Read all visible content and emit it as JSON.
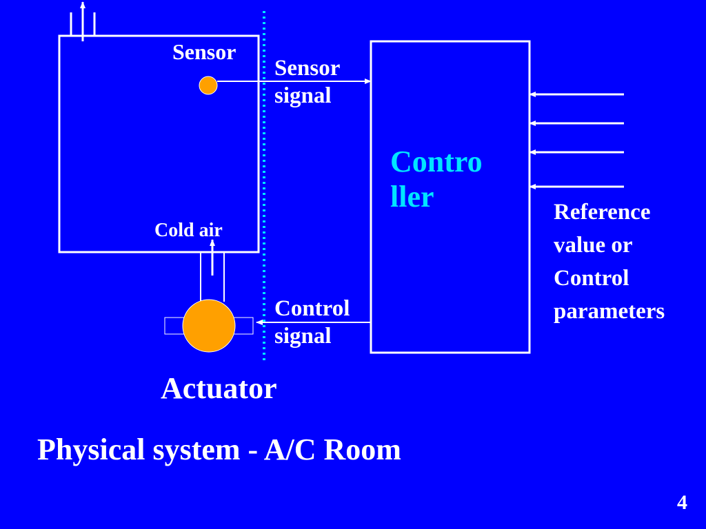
{
  "diagram": {
    "sensor_label": "Sensor",
    "sensor_signal": [
      "Sensor",
      "signal"
    ],
    "controller_label": [
      "Contro",
      "ller"
    ],
    "reference": [
      "Reference",
      "value or",
      "Control",
      "parameters"
    ],
    "cold_air_label": "Cold air",
    "control_signal": [
      "Control",
      "signal"
    ],
    "actuator_label": "Actuator",
    "caption": "Physical system - A/C Room",
    "page_number": "4"
  },
  "colors": {
    "background": "#0000FF",
    "line": "#FFFFFF",
    "node_fill": "#FFA000",
    "controller_text": "#00E5FF",
    "boundary_dots": "#00E5FF"
  }
}
